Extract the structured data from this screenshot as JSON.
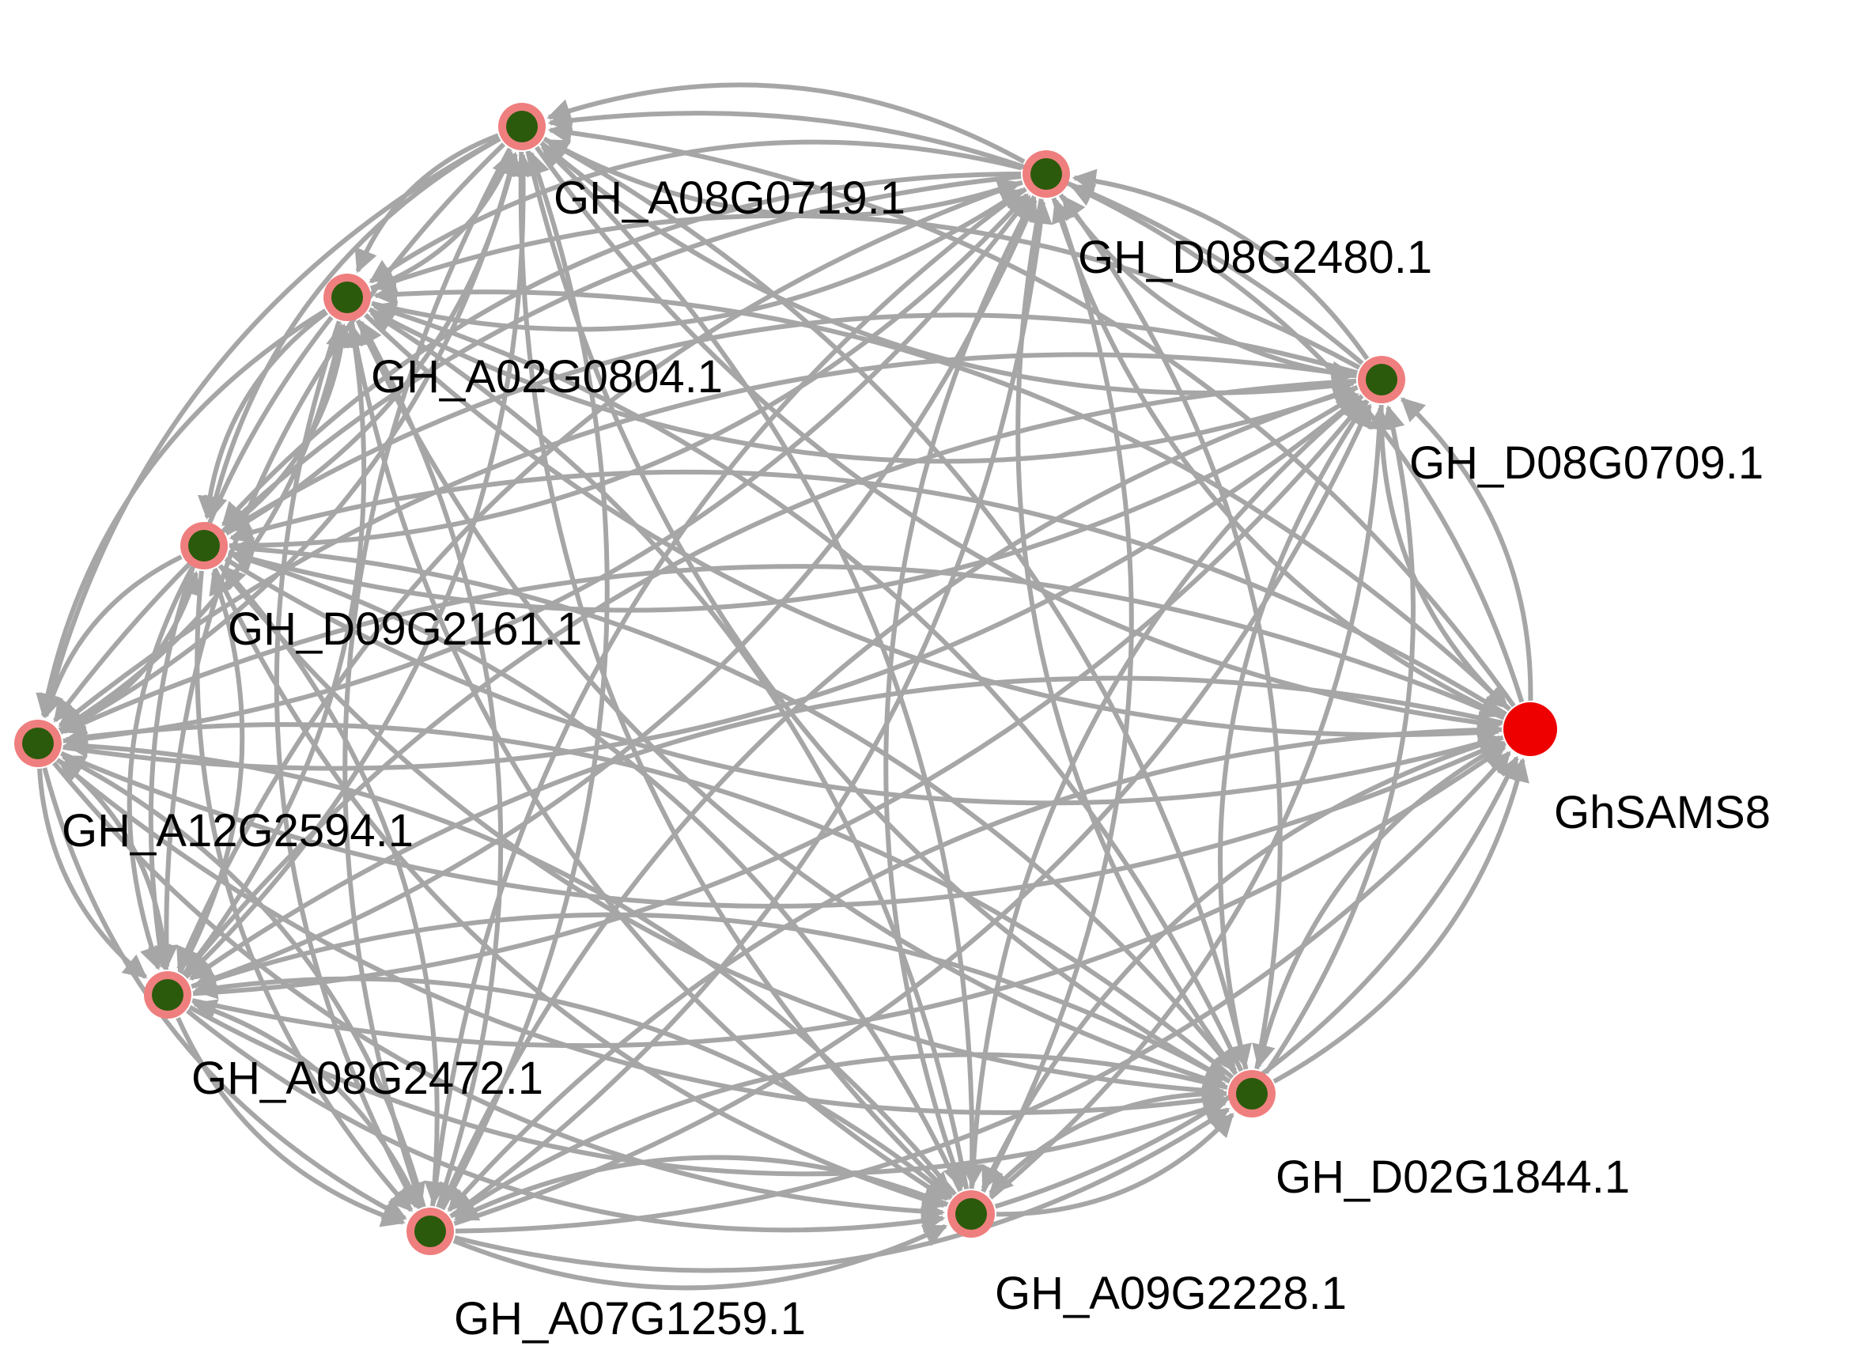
{
  "network": {
    "colors": {
      "edge": "#a6a6a6",
      "node_fill": "#2b5a0c",
      "node_ring": "#ef7f7f",
      "hub_fill": "#ee0000",
      "label": "#000000"
    },
    "nodes": [
      {
        "id": "n1",
        "label": "GH_A08G0719.1",
        "kind": "gene"
      },
      {
        "id": "n2",
        "label": "GH_D08G2480.1",
        "kind": "gene"
      },
      {
        "id": "n3",
        "label": "GH_A02G0804.1",
        "kind": "gene"
      },
      {
        "id": "n4",
        "label": "GH_D08G0709.1",
        "kind": "gene"
      },
      {
        "id": "n5",
        "label": "GH_D09G2161.1",
        "kind": "gene"
      },
      {
        "id": "n6",
        "label": "GhSAMS8",
        "kind": "hub"
      },
      {
        "id": "n7",
        "label": "GH_A12G2594.1",
        "kind": "gene"
      },
      {
        "id": "n8",
        "label": "GH_A08G2472.1",
        "kind": "gene"
      },
      {
        "id": "n9",
        "label": "GH_D02G1844.1",
        "kind": "gene"
      },
      {
        "id": "n10",
        "label": "GH_A09G2228.1",
        "kind": "gene"
      },
      {
        "id": "n11",
        "label": "GH_A07G1259.1",
        "kind": "gene"
      }
    ]
  }
}
